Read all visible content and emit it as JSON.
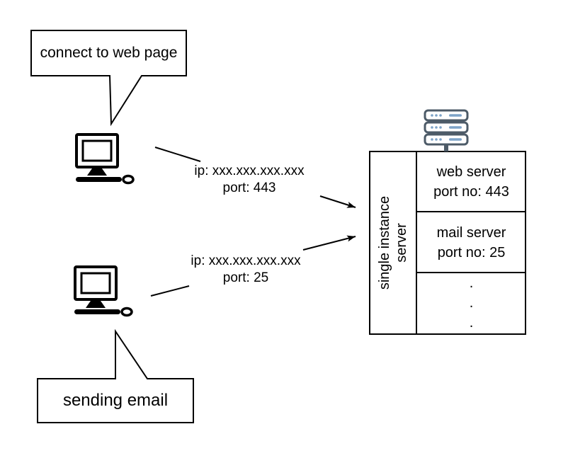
{
  "bubbles": {
    "connect": {
      "label": "connect to web page"
    },
    "email": {
      "label": "sending email"
    }
  },
  "connections": [
    {
      "ip": "ip: xxx.xxx.xxx.xxx",
      "port": "port: 443"
    },
    {
      "ip": "ip: xxx.xxx.xxx.xxx",
      "port": "port: 25"
    }
  ],
  "server": {
    "side_label": {
      "line1": "single instance",
      "line2": "server"
    },
    "cells": [
      {
        "line1": "web server",
        "line2": "port no: 443"
      },
      {
        "line1": "mail server",
        "line2": "port no: 25"
      },
      {
        "dots": ".\n.\n."
      }
    ]
  },
  "icons": {
    "rack": "server-rack-icon",
    "computer": "desktop-computer-icon"
  },
  "colors": {
    "stroke": "#000000",
    "background": "#ffffff",
    "rack_border": "#4d5b68",
    "rack_accent": "#7da3c8"
  }
}
